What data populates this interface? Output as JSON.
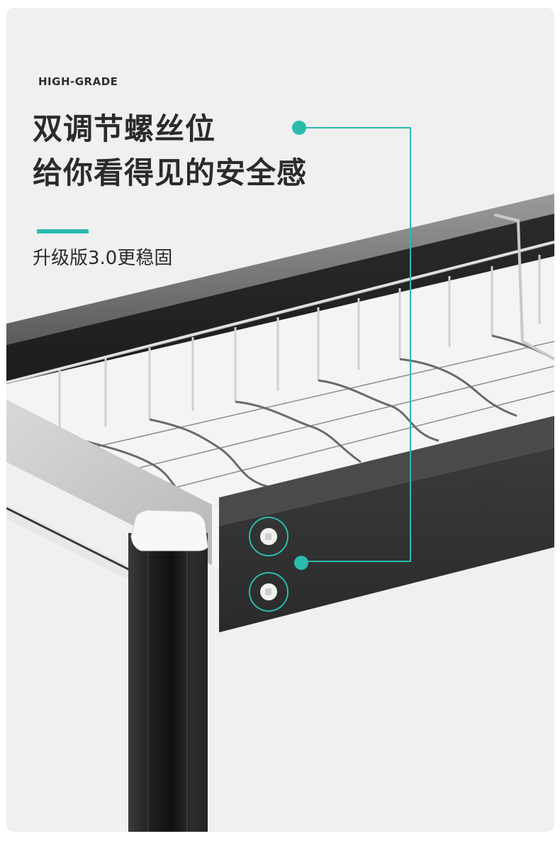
{
  "eyebrow": "HIGH-GRADE",
  "headline": {
    "line1": "双调节螺丝位",
    "line2": "给你看得见的安全感"
  },
  "subline": "升级版3.0更稳固",
  "colors": {
    "accent": "#2bbbad",
    "background": "#f0f0f0",
    "text": "#2b2b2b",
    "frame_dark": "#262626",
    "wire_silver": "#d8d8d8"
  },
  "callout": {
    "icon": "callout-dot-icon",
    "target": "adjustment-screw-icon",
    "screw_count": 2
  },
  "product": {
    "name": "dish-rack",
    "parts": [
      "wire-basket",
      "dark-frame-rail",
      "aluminum-side-panel",
      "corner-end-cap",
      "leg-post",
      "hanging-hook",
      "adjustment-screws"
    ]
  }
}
